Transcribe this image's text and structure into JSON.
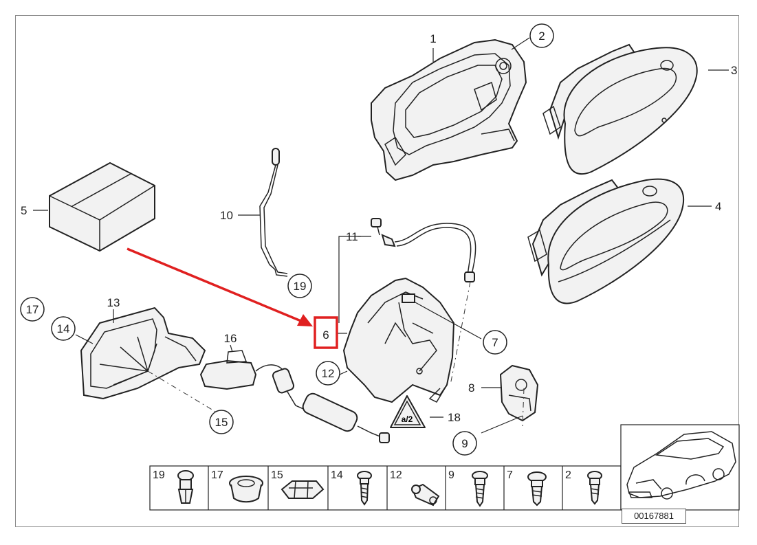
{
  "diagram": {
    "reference_number": "00167881",
    "callouts": {
      "c1": "1",
      "c2": "2",
      "c3": "3",
      "c4": "4",
      "c5": "5",
      "c6": "6",
      "c7": "7",
      "c8": "8",
      "c9": "9",
      "c10": "10",
      "c11": "11",
      "c12": "12",
      "c13": "13",
      "c14": "14",
      "c15": "15",
      "c16": "16",
      "c17": "17",
      "c18": "18",
      "c19": "19"
    },
    "warning_label_text": "a/2",
    "fasteners_strip": [
      "19",
      "17",
      "15",
      "14",
      "12",
      "9",
      "7",
      "2"
    ],
    "highlight_color": "#e02020",
    "highlighted_callout": "6"
  }
}
